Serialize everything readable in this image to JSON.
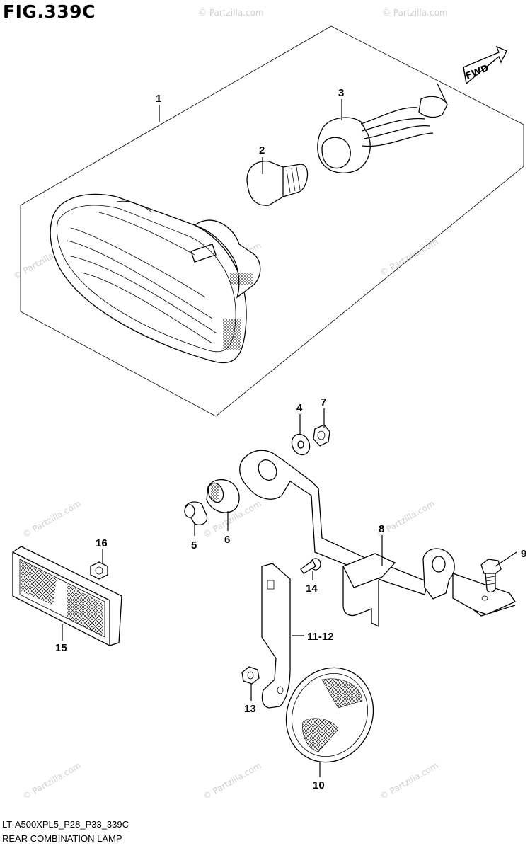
{
  "figure": {
    "title": "FIG.339C",
    "code": "LT-A500XPL5_P28_P33_339C",
    "name": "REAR COMBINATION LAMP",
    "direction_label": "FWD"
  },
  "watermark": "© Partzilla.com",
  "callouts": [
    {
      "id": "callout-1",
      "label": "1"
    },
    {
      "id": "callout-2",
      "label": "2"
    },
    {
      "id": "callout-3",
      "label": "3"
    },
    {
      "id": "callout-4",
      "label": "4"
    },
    {
      "id": "callout-5",
      "label": "5"
    },
    {
      "id": "callout-6",
      "label": "6"
    },
    {
      "id": "callout-7",
      "label": "7"
    },
    {
      "id": "callout-8",
      "label": "8"
    },
    {
      "id": "callout-9",
      "label": "9"
    },
    {
      "id": "callout-10",
      "label": "10"
    },
    {
      "id": "callout-11-12",
      "label": "11-12"
    },
    {
      "id": "callout-13",
      "label": "13"
    },
    {
      "id": "callout-14",
      "label": "14"
    },
    {
      "id": "callout-15",
      "label": "15"
    },
    {
      "id": "callout-16",
      "label": "16"
    }
  ]
}
